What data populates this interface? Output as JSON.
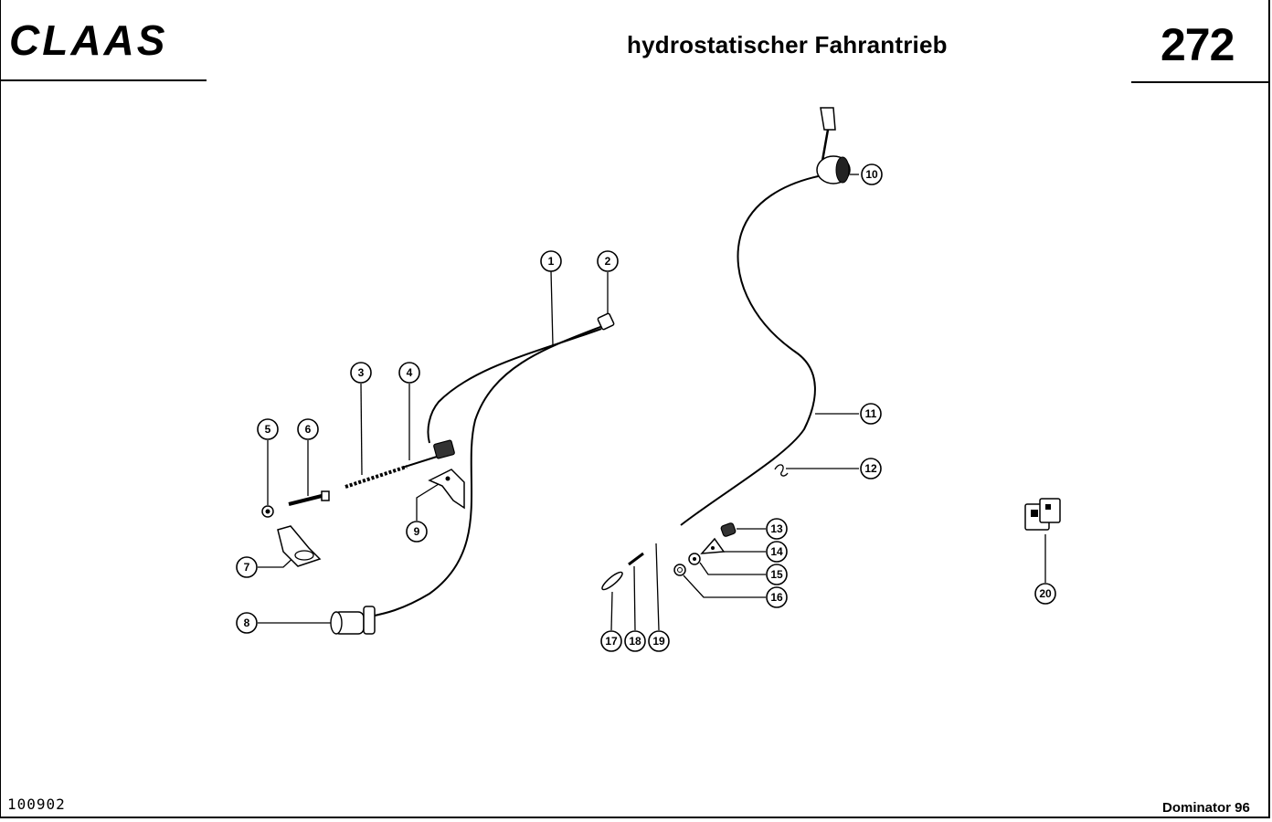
{
  "header": {
    "brand": "CLAAS",
    "title": "hydrostatischer Fahrantrieb",
    "page_number": "272"
  },
  "footer": {
    "drawing_code": "100902",
    "model": "Dominator 96"
  },
  "callouts": [
    {
      "label": "1"
    },
    {
      "label": "2"
    },
    {
      "label": "3"
    },
    {
      "label": "4"
    },
    {
      "label": "5"
    },
    {
      "label": "6"
    },
    {
      "label": "7"
    },
    {
      "label": "8"
    },
    {
      "label": "9"
    },
    {
      "label": "10"
    },
    {
      "label": "11"
    },
    {
      "label": "12"
    },
    {
      "label": "13"
    },
    {
      "label": "14"
    },
    {
      "label": "15"
    },
    {
      "label": "16"
    },
    {
      "label": "17"
    },
    {
      "label": "18"
    },
    {
      "label": "19"
    },
    {
      "label": "20"
    }
  ]
}
